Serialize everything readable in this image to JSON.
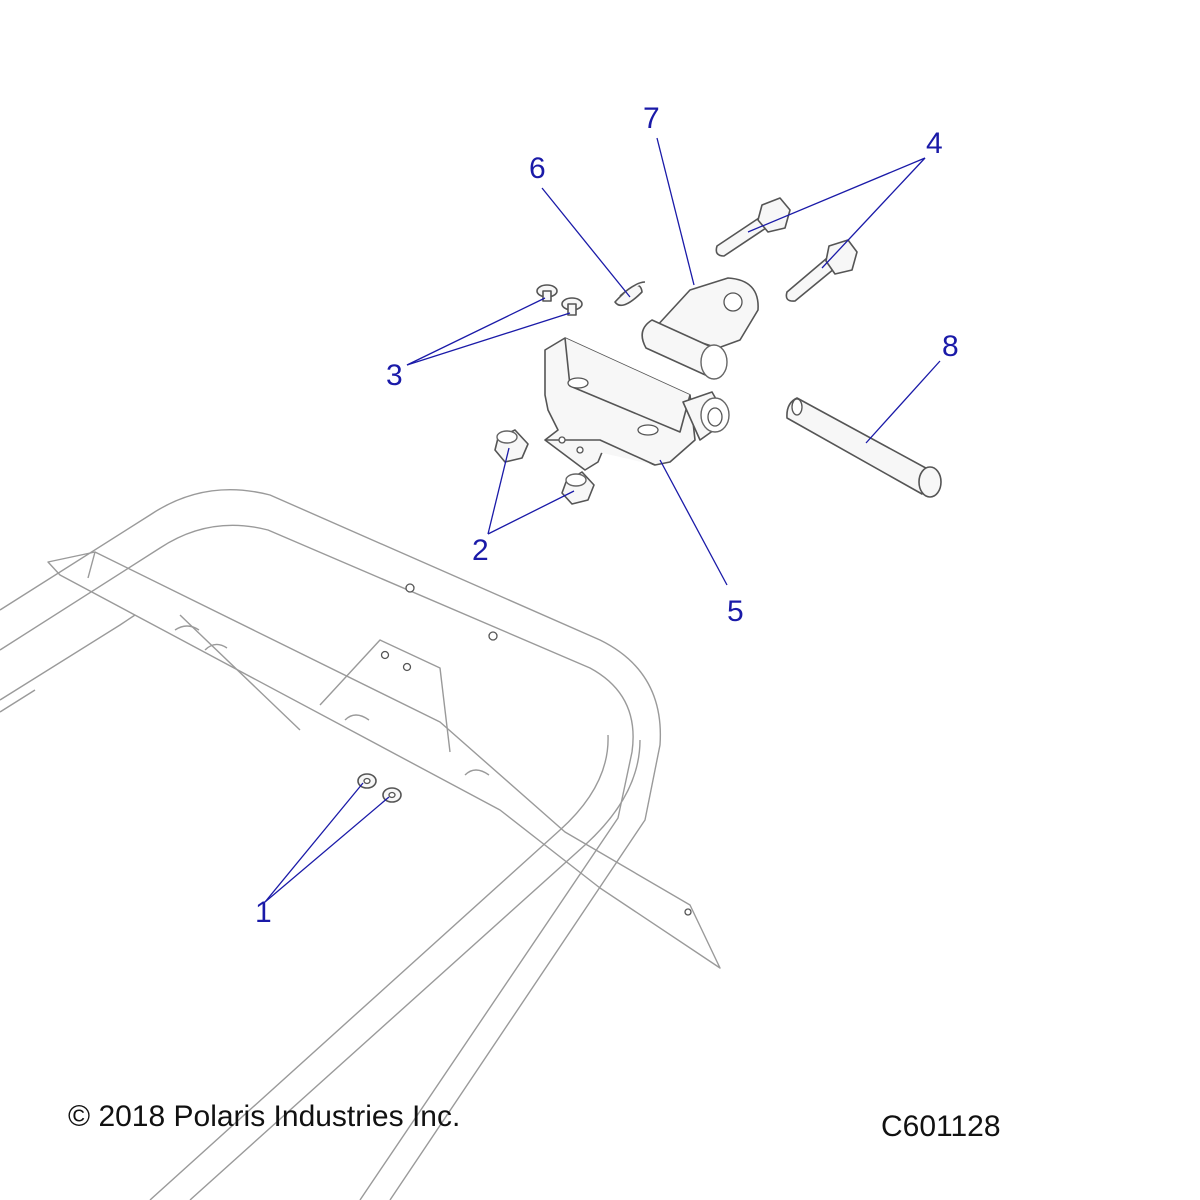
{
  "diagram": {
    "callouts": [
      {
        "id": "1",
        "label": "1"
      },
      {
        "id": "2",
        "label": "2"
      },
      {
        "id": "3",
        "label": "3"
      },
      {
        "id": "4",
        "label": "4"
      },
      {
        "id": "5",
        "label": "5"
      },
      {
        "id": "6",
        "label": "6"
      },
      {
        "id": "7",
        "label": "7"
      },
      {
        "id": "8",
        "label": "8"
      }
    ],
    "colors": {
      "callout": "#1a1aa8",
      "part_outline": "#555555",
      "frame_outline": "#9a9a9a",
      "text": "#111111"
    }
  },
  "footer": {
    "copyright": "© 2018 Polaris Industries Inc.",
    "diagram_id": "C601128"
  }
}
